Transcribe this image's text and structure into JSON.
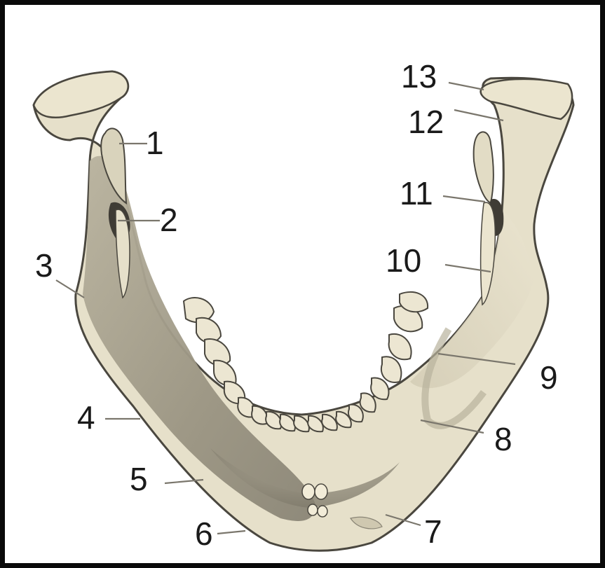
{
  "diagram": {
    "subject": "mandible-posterior-view",
    "colors": {
      "bone_light": "#e8e2cc",
      "bone_mid": "#cfc8b0",
      "bone_shadow": "#a39d8a",
      "bone_dark": "#6e6a5e",
      "tooth": "#ece6d2",
      "outline": "#4a473f",
      "frame": "#0a0a0a"
    },
    "labels": [
      "1",
      "2",
      "3",
      "4",
      "5",
      "6",
      "7",
      "8",
      "9",
      "10",
      "11",
      "12",
      "13"
    ]
  }
}
